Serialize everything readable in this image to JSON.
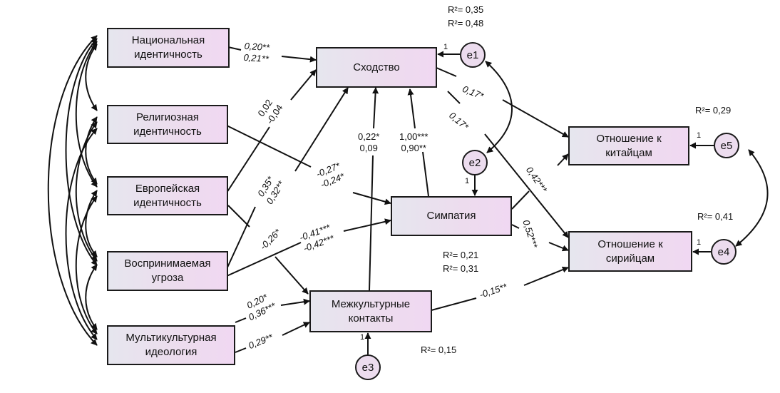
{
  "nodes": {
    "national": "Национальная\nидентичность",
    "religious": "Религиозная\nидентичность",
    "european": "Европейская\nидентичность",
    "threat": "Воспринимаемая\nугроза",
    "multicultural": "Мультикультурная\nидеология",
    "similarity": "Сходство",
    "sympathy": "Симпатия",
    "contacts": "Межкультурные\nконтакты",
    "att_chinese": "Отношение к\nкитайцам",
    "att_syrians": "Отношение к\nсирийцам"
  },
  "errors": {
    "e1": "e1",
    "e2": "e2",
    "e3": "e3",
    "e4": "e4",
    "e5": "e5"
  },
  "loadings": {
    "e1": "1",
    "e2": "1",
    "e3": "1",
    "e4": "1",
    "e5": "1"
  },
  "coefficients": {
    "national_similarity": "0,20**\n0,21**",
    "european_similarity": "0,02\n-0,04",
    "threat_similarity": "0,35*\n0,32**",
    "contacts_similarity": "0,22*\n0,09",
    "sympathy_similarity": "1,00***\n0,90**",
    "religious_sympathy": "-0,27*\n-0,24*",
    "threat_sympathy": "-0,41***\n-0,42***",
    "european_contacts": "-0,26*",
    "multicultural_contacts_a": "0,20*\n0,36***",
    "multicultural_contacts_b": "0,29**",
    "similarity_chinese": "0,17*",
    "similarity_syrians": "0,17*",
    "sympathy_chinese": "0,42***",
    "sympathy_syrians": "0,52***",
    "contacts_syrians": "-0,15**"
  },
  "r_squared": {
    "similarity": "R²= 0,35\nR²= 0,48",
    "sympathy": "R²= 0,21\nR²= 0,31",
    "contacts": "R²= 0,15",
    "chinese": "R²= 0,29",
    "syrians": "R²= 0,41"
  }
}
